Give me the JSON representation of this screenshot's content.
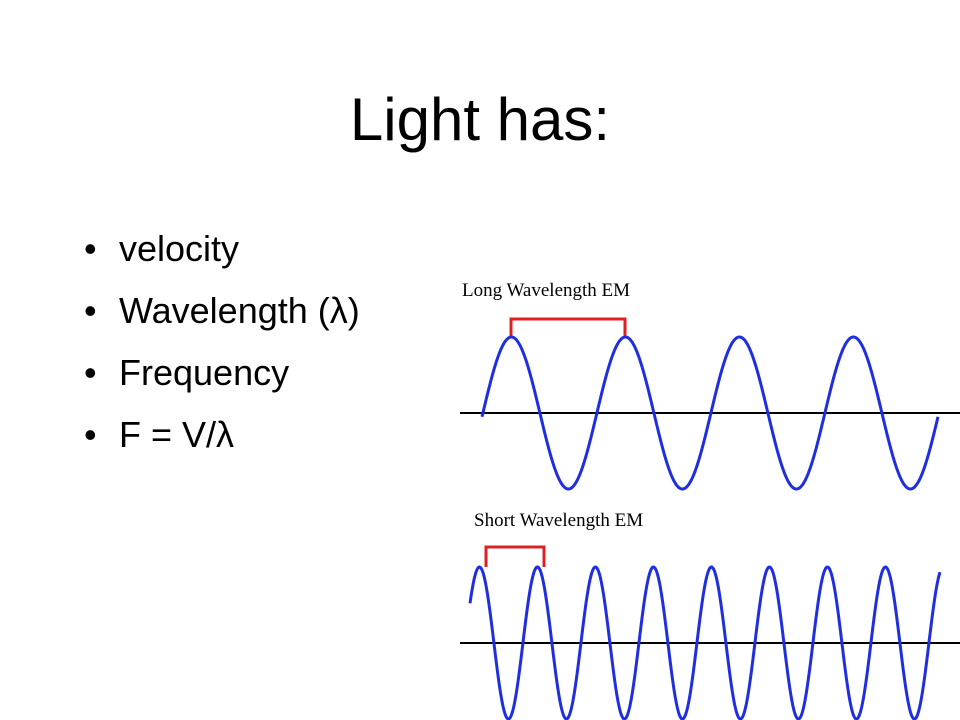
{
  "slide": {
    "title": "Light has:",
    "bullets": [
      {
        "text": "velocity"
      },
      {
        "text": "Wavelength (λ)"
      },
      {
        "text": "Frequency"
      },
      {
        "text": "F = V/λ"
      }
    ]
  },
  "diagram": {
    "long_label": "Long Wavelength EM",
    "short_label": "Short Wavelength EM",
    "colors": {
      "wave": "#1f2fe0",
      "bracket": "#e02020",
      "axis": "#000000"
    }
  }
}
